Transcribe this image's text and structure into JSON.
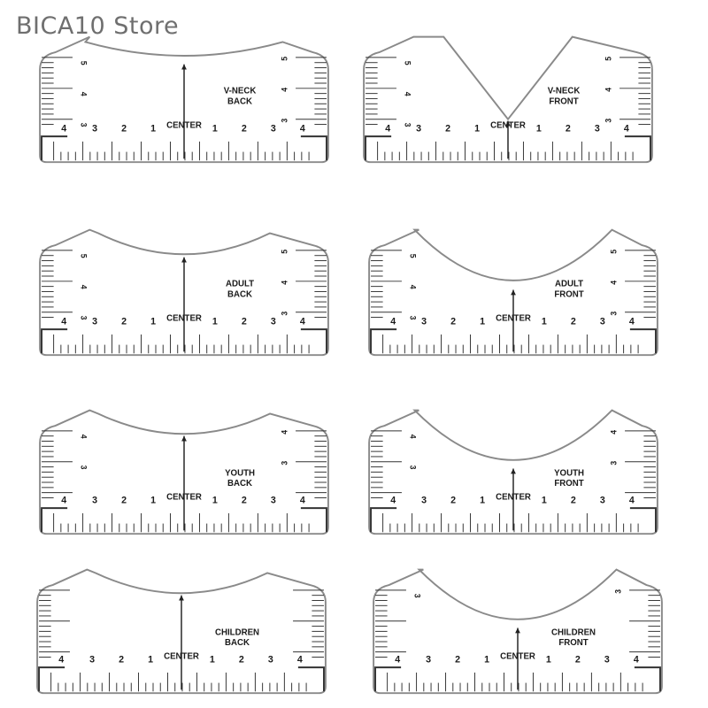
{
  "store": {
    "name": "BICA10 Store"
  },
  "rulers": [
    {
      "id": "vneck-back",
      "neck": "vshallow",
      "side": "left",
      "title": [
        "V-NECK",
        "BACK"
      ],
      "tall": true,
      "sides": [
        "5",
        "4",
        "3"
      ],
      "arrowDir": "up"
    },
    {
      "id": "vneck-front",
      "neck": "v",
      "side": "right",
      "title": [
        "V-NECK",
        "FRONT"
      ],
      "tall": true,
      "sides": [
        "5",
        "4",
        "3"
      ],
      "arrowDir": "down"
    },
    {
      "id": "adult-back",
      "neck": "shallow",
      "side": "left",
      "title": [
        "ADULT",
        "BACK"
      ],
      "tall": true,
      "sides": [
        "5",
        "4",
        "3"
      ],
      "arrowDir": "up"
    },
    {
      "id": "adult-front",
      "neck": "deep",
      "side": "right",
      "title": [
        "ADULT",
        "FRONT"
      ],
      "tall": true,
      "sides": [
        "5",
        "4",
        "3"
      ],
      "arrowDir": "up"
    },
    {
      "id": "youth-back",
      "neck": "shallow",
      "side": "left",
      "title": [
        "YOUTH",
        "BACK"
      ],
      "tall": false,
      "sides": [
        "4",
        "3"
      ],
      "arrowDir": "up"
    },
    {
      "id": "youth-front",
      "neck": "deep",
      "side": "right",
      "title": [
        "YOUTH",
        "FRONT"
      ],
      "tall": false,
      "sides": [
        "4",
        "3"
      ],
      "arrowDir": "up"
    },
    {
      "id": "children-back",
      "neck": "shallow",
      "side": "left",
      "title": [
        "CHILDREN",
        "BACK"
      ],
      "tall": false,
      "sides": [],
      "arrowDir": "up"
    },
    {
      "id": "children-front",
      "neck": "deep",
      "side": "right",
      "title": [
        "CHILDREN",
        "FRONT"
      ],
      "tall": false,
      "sides": [
        "3"
      ],
      "arrowDir": "up"
    }
  ],
  "labels": {
    "center": "CENTER",
    "numbers": [
      "4",
      "3",
      "2",
      "1",
      "1",
      "2",
      "3",
      "4"
    ]
  }
}
